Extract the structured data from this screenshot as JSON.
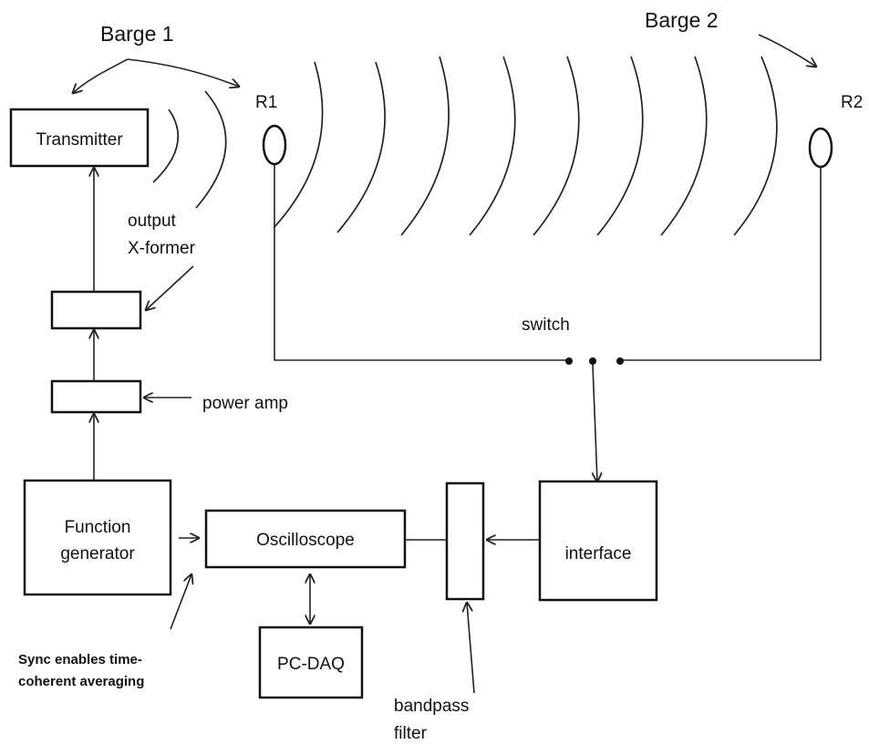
{
  "labels": {
    "barge1": "Barge 1",
    "barge2": "Barge 2",
    "transmitter": "Transmitter",
    "r1": "R1",
    "r2": "R2",
    "output_line1": "output",
    "output_line2": "X-former",
    "switch": "switch",
    "power_amp": "power amp",
    "function_line1": "Function",
    "function_line2": "generator",
    "oscilloscope": "Oscilloscope",
    "interface": "interface",
    "pcdaq": "PC-DAQ",
    "bandpass_line1": "bandpass",
    "bandpass_line2": "filter",
    "sync_line1": "Sync enables time-",
    "sync_line2": "coherent averaging"
  }
}
